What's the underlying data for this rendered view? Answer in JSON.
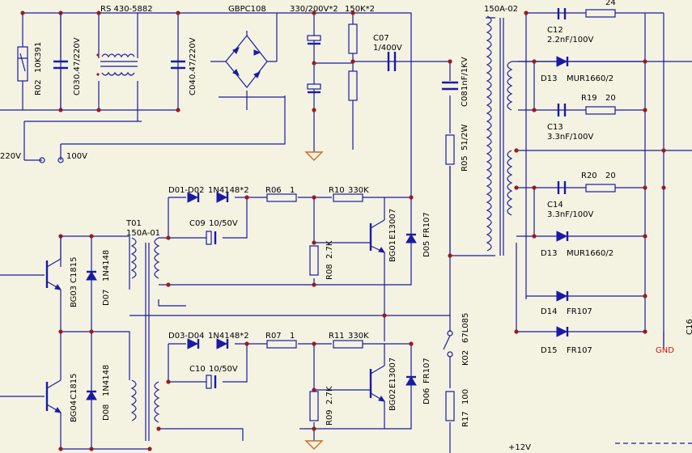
{
  "labels": {
    "l01": "RS 430-5882",
    "l02": "GBPC108",
    "l03": "330/200V*2",
    "l04": "150K*2",
    "l05": "150A-02",
    "l06": "C07",
    "l07": "1/400V",
    "l08": "C12",
    "l09": "2.2nF/100V",
    "l10": "24",
    "l11": "R02",
    "l12": "10K391",
    "l13": "C03",
    "l14": "0.47/220V",
    "l15": "C04",
    "l16": "0.47/220V",
    "l17": "C08",
    "l18": "1nF/1KV",
    "l19": "D13",
    "l20": "MUR1660/2",
    "l21": "R19",
    "l22": "20",
    "l23": "C13",
    "l24": "3.3nF/100V",
    "l25": "220V",
    "l26": "100V",
    "l27": "R05",
    "l28": "51/2W",
    "l29": "D01-D02",
    "l30": "1N4148*2",
    "l31": "R06",
    "l32": "1",
    "l33": "R10",
    "l34": "330K",
    "l35": "R20",
    "l36": "20",
    "l37": "C14",
    "l38": "3.3nF/100V",
    "l39": "C09",
    "l40": "10/50V",
    "l41": "T01",
    "l42": "150A-01",
    "l43": "D13",
    "l44": "MUR1660/2",
    "l45": "BG03",
    "l46": "C1815",
    "l47": "D07",
    "l48": "1N4148",
    "l49": "R08",
    "l50": "2.7K",
    "l51": "BG01",
    "l52": "E13007",
    "l53": "D05",
    "l54": "FR107",
    "l55": "D14",
    "l56": "FR107",
    "l57": "D03-D04",
    "l58": "1N4148*2",
    "l59": "R07",
    "l60": "1",
    "l61": "R11",
    "l62": "330K",
    "l63": "D15",
    "l64": "FR107",
    "l65": "K02",
    "l66": "67L085",
    "l67": "GND",
    "l68": "C16",
    "l69": "C10",
    "l70": "10/50V",
    "l71": "BG04",
    "l72": "C1815",
    "l73": "D08",
    "l74": "1N4148",
    "l75": "R09",
    "l76": "2.7K",
    "l77": "BG02",
    "l78": "E13007",
    "l79": "D06",
    "l80": "FR107",
    "l81": "R17",
    "l82": "100",
    "l83": "+12V"
  },
  "colors": {
    "background": "#f4f3e2",
    "wire": "#1a1aa6",
    "junction": "#9b1b1b",
    "ground_symbol": "#d2691e",
    "ground_label": "#d01010"
  }
}
